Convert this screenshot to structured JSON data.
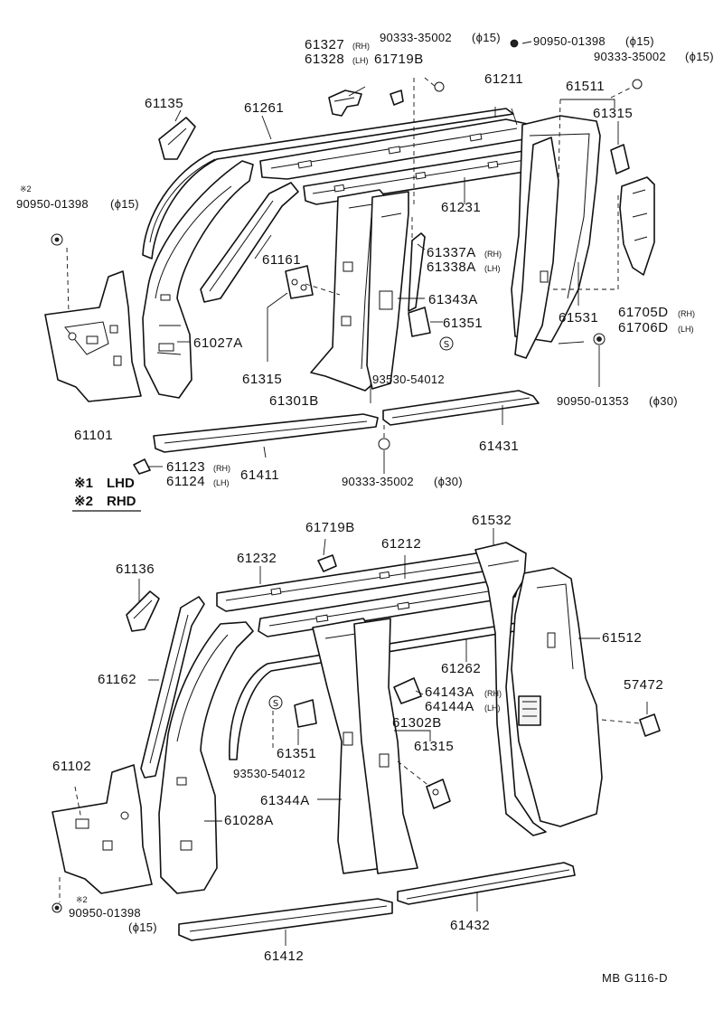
{
  "diagram_code": "MB G116-D",
  "notes": {
    "note1_mark": "※1",
    "note1_text": "LHD",
    "note2_mark": "※2",
    "note2_text": "RHD"
  },
  "upper_labels": {
    "p61327": "61327",
    "p61327_sfx": "(RH)",
    "p61328": "61328",
    "p61328_sfx": "(LH)",
    "p61719b": "61719B",
    "clip_35002_top": "90333-35002",
    "clip_35002_top_dim": "(ϕ15)",
    "clip_01398_top": "90950-01398",
    "clip_01398_top_dim": "(ϕ15)",
    "clip_35002_right": "90333-35002",
    "clip_35002_right_dim": "(ϕ15)",
    "p61211": "61211",
    "p61511": "61511",
    "p61135": "61135",
    "p61261": "61261",
    "p61315_top": "61315",
    "note2_mark_left": "※2",
    "clip_01398_left": "90950-01398",
    "clip_01398_left_dim": "(ϕ15)",
    "p61231": "61231",
    "p61161": "61161",
    "p61337a": "61337A",
    "p61337a_sfx": "(RH)",
    "p61338a": "61338A",
    "p61338a_sfx": "(LH)",
    "p61343a": "61343A",
    "p61705d": "61705D",
    "p61705d_sfx": "(RH)",
    "p61706d": "61706D",
    "p61706d_sfx": "(LH)",
    "p61531": "61531",
    "p61351_top": "61351",
    "p61027a": "61027A",
    "p61315_mid": "61315",
    "screw_top": "93530-54012",
    "clip_01353": "90950-01353",
    "clip_01353_dim": "(ϕ30)",
    "p61301b": "61301B",
    "p61101": "61101",
    "p61431": "61431",
    "p61123": "61123",
    "p61123_sfx": "(RH)",
    "p61124": "61124",
    "p61124_sfx": "(LH)",
    "p61411": "61411",
    "clip_35002_bottom": "90333-35002",
    "clip_35002_bottom_dim": "(ϕ30)"
  },
  "lower_labels": {
    "p61719b": "61719B",
    "p61532": "61532",
    "p61232": "61232",
    "p61212": "61212",
    "p61136": "61136",
    "p61512": "61512",
    "p61262": "61262",
    "p61162": "61162",
    "p64143a": "64143A",
    "p64143a_sfx": "(RH)",
    "p64144a": "64144A",
    "p64144a_sfx": "(LH)",
    "p57472": "57472",
    "p61302b": "61302B",
    "p61315": "61315",
    "p61351": "61351",
    "p61102": "61102",
    "screw": "93530-54012",
    "p61344a": "61344A",
    "p61028a": "61028A",
    "note2_mark": "※2",
    "clip_01398": "90950-01398",
    "clip_01398_dim": "(ϕ15)",
    "p61432": "61432",
    "p61412": "61412"
  },
  "symbols": {
    "screw_mark": "S"
  }
}
